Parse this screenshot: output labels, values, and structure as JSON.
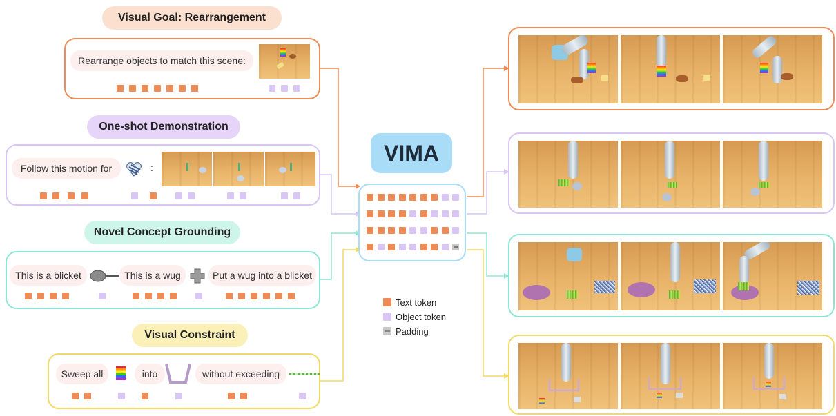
{
  "title": "VIMA",
  "colors": {
    "orange": "#ee8c57",
    "purple": "#d9c6f5",
    "green": "#8ee6d2",
    "yellow": "#f3d965",
    "blue": "#a9dcf7",
    "text_token": "#ee8c57",
    "object_token": "#d9c6f5",
    "padding": "#c8c8c8"
  },
  "tasks": [
    {
      "label": "Visual Goal: Rearrangement",
      "prompt": [
        "Rearrange objects to match this scene:"
      ]
    },
    {
      "label": "One-shot Demonstration",
      "prompt": [
        "Follow this motion for",
        ":"
      ]
    },
    {
      "label": "Novel Concept Grounding",
      "prompt": [
        "This is a blicket",
        "This is a wug",
        "Put a wug into a blicket"
      ]
    },
    {
      "label": "Visual Constraint",
      "prompt": [
        "Sweep all",
        "into",
        "without exceeding"
      ]
    }
  ],
  "legend": [
    {
      "name": "Text token",
      "color": "#ee8c57"
    },
    {
      "name": "Object token",
      "color": "#d9c6f5"
    },
    {
      "name": "Padding",
      "color": "#c8c8c8"
    }
  ],
  "token_grid": [
    [
      "t",
      "t",
      "t",
      "t",
      "t",
      "t",
      "t",
      "o",
      "o"
    ],
    [
      "t",
      "t",
      "t",
      "t",
      "o",
      "t",
      "o",
      "o",
      "o"
    ],
    [
      "t",
      "t",
      "t",
      "t",
      "o",
      "o",
      "t",
      "t",
      "o"
    ],
    [
      "t",
      "o",
      "t",
      "o",
      "o",
      "t",
      "t",
      "o",
      "p"
    ]
  ],
  "icons": [
    "frying-pan-icon",
    "cross-block-icon",
    "rainbow-block-icon",
    "bowl-icon",
    "wavy-heart-icon",
    "line-constraint-icon"
  ]
}
